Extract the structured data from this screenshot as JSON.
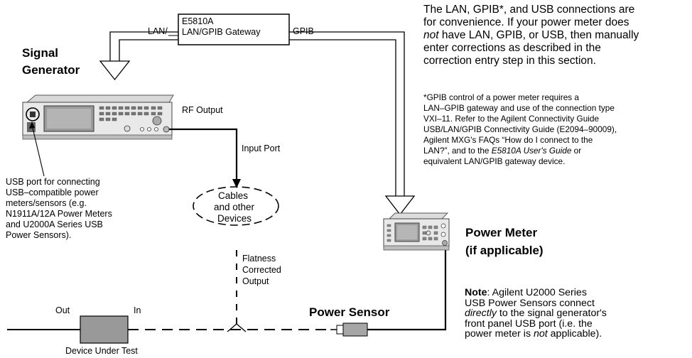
{
  "gateway": {
    "model": "E5810A",
    "name": "LAN/GPIB Gateway",
    "lan_label": "LAN/",
    "gpib_label": "GPIB"
  },
  "signal_generator": {
    "title_line1": "Signal",
    "title_line2": "Generator",
    "rf_output": "RF Output",
    "input_port": "Input Port"
  },
  "usb_note": [
    "USB port for connecting",
    "USB–compatible power",
    "meters/sensors (e.g.",
    "N1911A/12A Power Meters",
    "and U2000A Series USB",
    "Power Sensors)."
  ],
  "cables": {
    "line1": "Cables",
    "line2": "and other",
    "line3": "Devices"
  },
  "flatness": {
    "line1": "Flatness",
    "line2": "Corrected",
    "line3": "Output"
  },
  "dut": {
    "out": "Out",
    "in": "In",
    "label": "Device Under Test"
  },
  "power_sensor": {
    "label": "Power Sensor"
  },
  "power_meter": {
    "line1": "Power Meter",
    "line2": "(if applicable)"
  },
  "right_text": {
    "p1_l1": "The LAN, GPIB*, and USB connections are",
    "p1_l2": "for convenience. If your power meter does",
    "p1_l3_em": "not",
    "p1_l3": " have LAN, GPIB, or USB, then manually",
    "p1_l4": "enter corrections as described in the",
    "p1_l5": "correction entry step in this section.",
    "p2_l1": "*GPIB control of a power meter requires a",
    "p2_l2": "LAN–GPIB gateway and use of the connection type",
    "p2_l3": "VXI–11. Refer to the Agilent Connectivity Guide",
    "p2_l4": "USB/LAN/GPIB Connectivity Guide (E2094–90009),",
    "p2_l5": "Agilent MXG's FAQs “How do I connect to the",
    "p2_l6a": "LAN?”, and to the ",
    "p2_l6em": "E5810A User's Guide",
    "p2_l6b": " or",
    "p2_l7": "equivalent LAN/GPIB gateway device."
  },
  "bottom_note": {
    "label": "Note",
    "l1": ": Agilent U2000 Series",
    "l2": "USB Power Sensors connect",
    "l3_em": "directly",
    "l3": " to the signal generator's",
    "l4": "front panel USB port (i.e. the",
    "l5a": "power meter is ",
    "l5em": "not",
    "l5b": " applicable)."
  }
}
